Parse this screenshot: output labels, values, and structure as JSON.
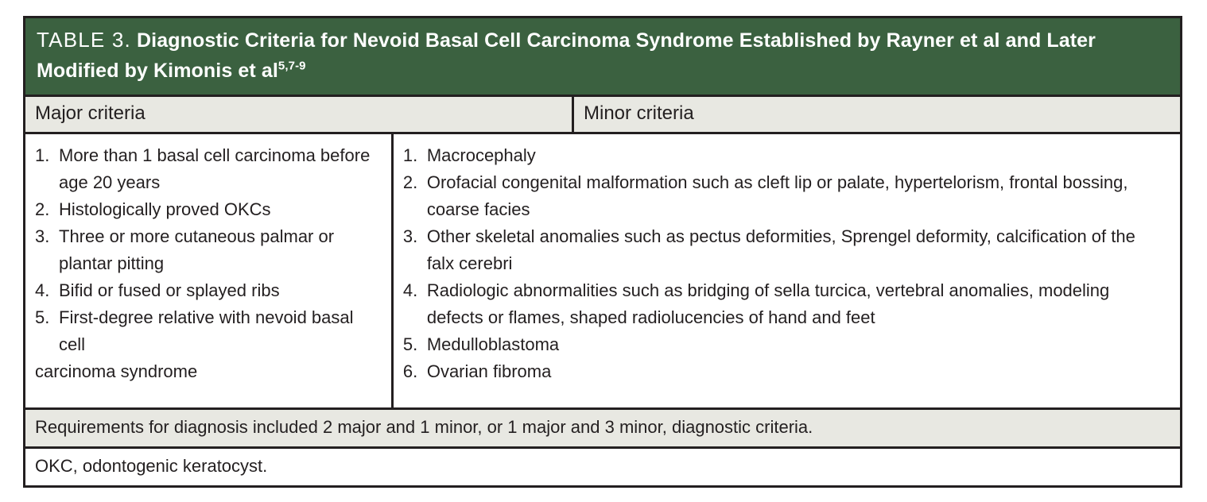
{
  "table": {
    "label": "TABLE 3.",
    "title": "Diagnostic Criteria for Nevoid Basal Cell Carcinoma Syndrome Established by Rayner et al and Later Modified by Kimonis et al",
    "title_superscript": "5,7-9",
    "columns": {
      "major_header": "Major criteria",
      "minor_header": "Minor criteria"
    },
    "major_criteria": [
      {
        "num": "1.",
        "text": "More than 1 basal cell carcinoma before age 20 years"
      },
      {
        "num": "2.",
        "text": "Histologically proved OKCs"
      },
      {
        "num": "3.",
        "text": "Three or more cutaneous palmar or plantar pitting"
      },
      {
        "num": "4.",
        "text": "Bifid or fused or splayed ribs"
      },
      {
        "num": "5.",
        "text": "First-degree relative with nevoid basal cell",
        "continuation": "carcinoma syndrome"
      }
    ],
    "minor_criteria": [
      {
        "num": "1.",
        "text": "Macrocephaly"
      },
      {
        "num": "2.",
        "text": "Orofacial congenital malformation such as cleft lip or palate, hypertelorism, frontal bossing, coarse facies"
      },
      {
        "num": "3.",
        "text": "Other skeletal anomalies such as pectus deformities, Sprengel deformity, calcification of the falx cerebri"
      },
      {
        "num": "4.",
        "text": "Radiologic abnormalities such as bridging of sella turcica, verte⁠bral anomalies, modeling defects or flames, shaped radiolucen⁠cies of hand and feet"
      },
      {
        "num": "5.",
        "text": "Medulloblastoma"
      },
      {
        "num": "6.",
        "text": "Ovarian fibroma"
      }
    ],
    "requirements_note": "Requirements for diagnosis included 2 major and 1 minor, or 1 major and 3 minor, diagnostic criteria.",
    "abbreviation_note": "OKC, odontogenic keratocyst."
  },
  "colors": {
    "header_green": "#3b6140",
    "shaded_grey": "#e8e8e2",
    "border": "#231f20",
    "text": "#231f20",
    "header_text": "#ffffff"
  }
}
